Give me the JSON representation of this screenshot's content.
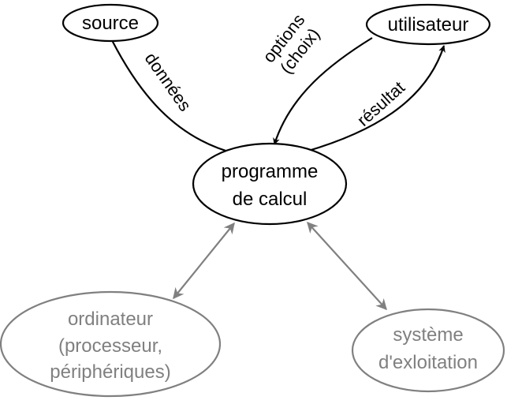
{
  "colors": {
    "primary": "#000000",
    "secondary": "#808080",
    "background": "#ffffff"
  },
  "nodes": {
    "source": {
      "label": "source"
    },
    "utilisateur": {
      "label": "utilisateur"
    },
    "programme": {
      "line1": "programme",
      "line2": "de calcul"
    },
    "ordinateur": {
      "line1": "ordinateur",
      "line2": "(processeur,",
      "line3": "périphériques)"
    },
    "systeme": {
      "line1": "système",
      "line2": "d'exloitation"
    }
  },
  "edges": {
    "donnees": {
      "label": "données"
    },
    "options": {
      "line1": "options",
      "line2": "(choix)"
    },
    "resultat": {
      "label": "résultat"
    }
  }
}
